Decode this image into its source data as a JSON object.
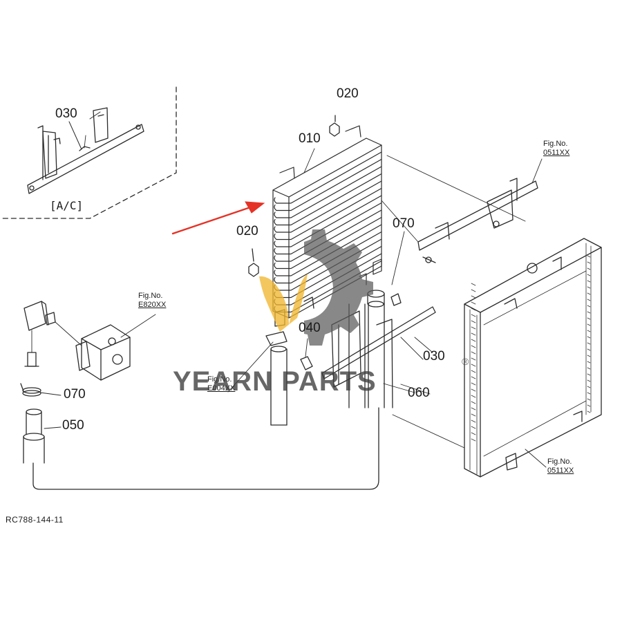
{
  "callouts": {
    "p030_ac": "030",
    "p020_top": "020",
    "p010": "010",
    "p020_mid": "020",
    "p070_right": "070",
    "p040": "040",
    "p030_bar": "030",
    "p060": "060",
    "p070_left": "070",
    "p050": "050"
  },
  "section_label": "[A/C]",
  "fig_refs": {
    "bracket": {
      "title": "Fig.No.",
      "number": "0511XX"
    },
    "valve": {
      "title": "Fig.No.",
      "number": "E820XX"
    },
    "pipe": {
      "title": "Fig.No.",
      "number": "E004XX"
    },
    "radiator": {
      "title": "Fig.No.",
      "number": "0511XX"
    }
  },
  "drawing_code": "RC788-144-11",
  "watermark": {
    "text": "YEARN PARTS",
    "mark": "®"
  },
  "colors": {
    "line": "#2a2a2a",
    "arrow": "#e53226",
    "watermark_gear": "#5a5a5a",
    "watermark_gold": "#f1b52e"
  }
}
